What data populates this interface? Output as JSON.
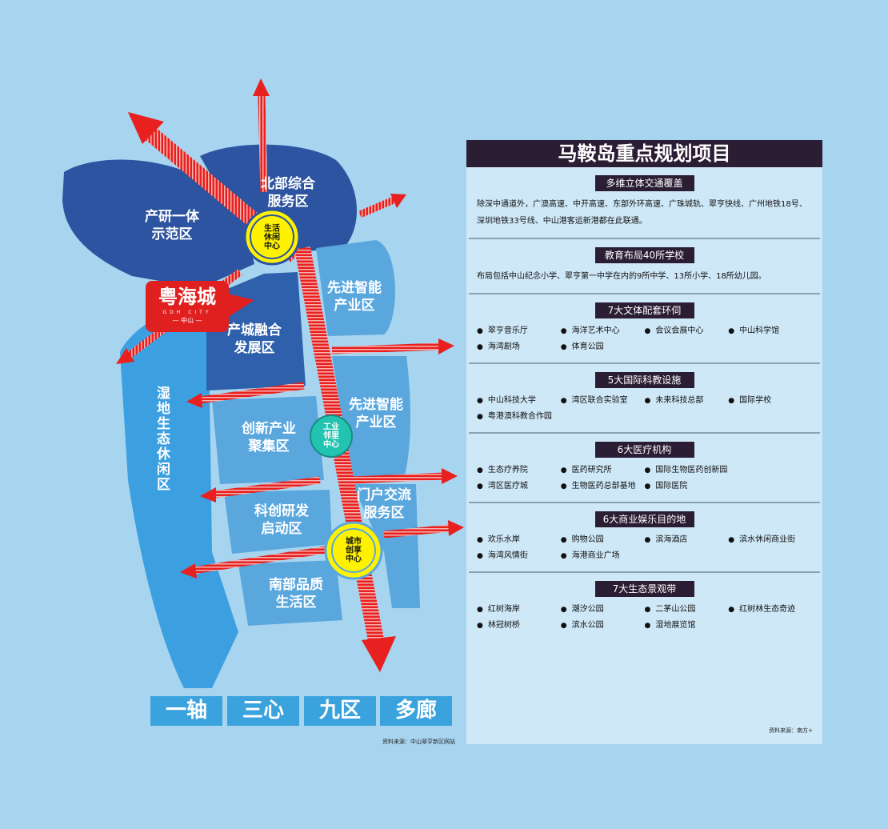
{
  "map": {
    "zones": [
      "产研一体\n示范区",
      "北部综合\n服务区",
      "先进智能\n产业区",
      "产城融合\n发展区",
      "先进智能\n产业区",
      "创新产业\n聚集区",
      "门户交流\n服务区",
      "科创研发\n启动区",
      "南部品质\n生活区"
    ],
    "wetland": "湿地生态休闲区",
    "centers": [
      "生活\n休闲\n中心",
      "工业\n邻里\n中心",
      "城市\n创享\n中心"
    ],
    "tiles": [
      "一轴",
      "三心",
      "九区",
      "多廊"
    ],
    "source": "资料来源：中山翠亨新区网站",
    "logo": {
      "brand": "粤海城",
      "sub": "GDH CITY",
      "city": "— 中山 —"
    },
    "colors": {
      "axis": "#e8201f",
      "zone_dark": "#2d54a0",
      "zone_mid": "#3b72be",
      "zone_light": "#5aa7de",
      "center_yellow": "#fff200",
      "center_teal": "#22c3b0"
    }
  },
  "panel": {
    "title": "马鞍岛重点规划项目",
    "sections": [
      {
        "title": "多维立体交通覆盖",
        "text": "除深中通道外，广澳高速、中开高速、东部外环高速、广珠城轨、翠亨快线、广州地铁18号、深圳地铁33号线、中山港客运新港都在此联通。"
      },
      {
        "title": "教育布局40所学校",
        "text": "布局包括中山纪念小学、翠亨第一中学在内的9所中学、13所小学、18所幼儿园。"
      },
      {
        "title": "7大文体配套环伺",
        "items": [
          "翠亨音乐厅",
          "海洋艺术中心",
          "会议会展中心",
          "中山科学馆",
          "海湾剧场",
          "体育公园"
        ]
      },
      {
        "title": "5大国际科教设施",
        "items": [
          "中山科技大学",
          "湾区联合实验室",
          "未来科技总部",
          "国际学校",
          "粤港澳科教合作园"
        ]
      },
      {
        "title": "6大医疗机构",
        "items": [
          "生态疗养院",
          "医药研究所",
          "国际生物医药创新园",
          "湾区医疗城",
          "生物医药总部基地",
          "国际医院"
        ]
      },
      {
        "title": "6大商业娱乐目的地",
        "items": [
          "欢乐水岸",
          "购物公园",
          "滨海酒店",
          "滨水休闲商业街",
          "海湾风情街",
          "海港商业广场"
        ]
      },
      {
        "title": "7大生态景观带",
        "items": [
          "红树海岸",
          "潮汐公园",
          "二茅山公园",
          "红树林生态奇迹",
          "林冠树桥",
          "滨水公园",
          "湿地展览馆"
        ]
      }
    ],
    "source": "资料来源：南方+"
  }
}
